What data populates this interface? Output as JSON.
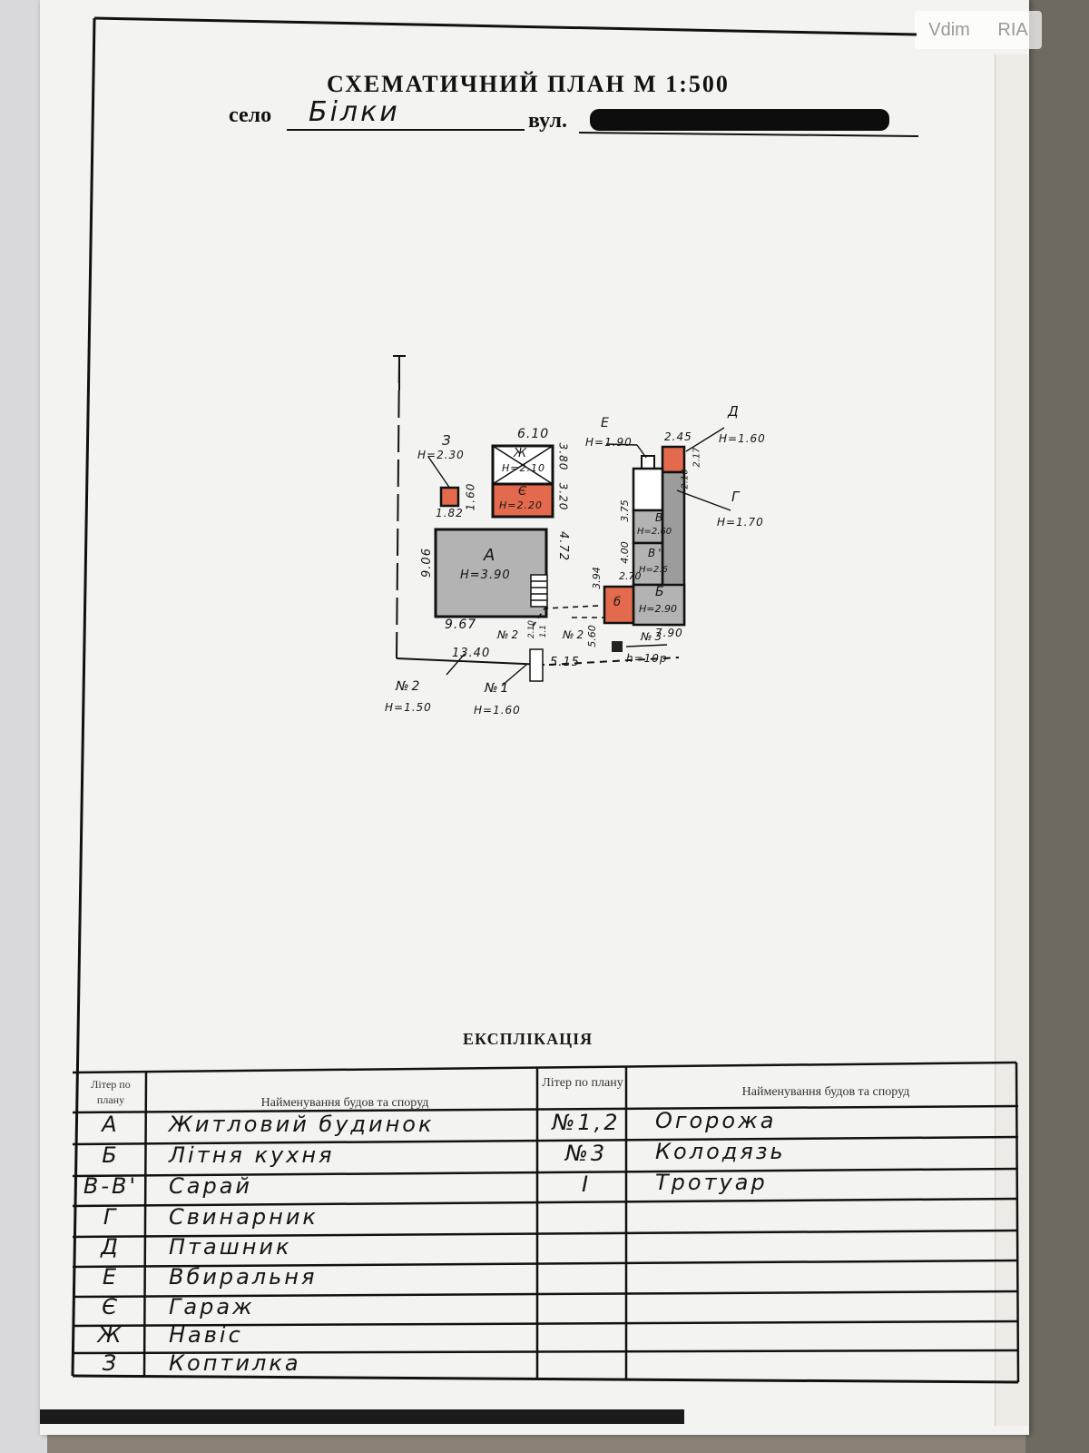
{
  "header": {
    "title": "СХЕМАТИЧНИЙ ПЛАН М 1:500",
    "village_label": "село",
    "village_value": "Білки",
    "street_label": "вул."
  },
  "watermark": {
    "left": "Vdim",
    "right": "RIA"
  },
  "plan": {
    "buildings": {
      "A": {
        "letter": "А",
        "height": "Н=3.90",
        "w": "9.67",
        "d": "9.06",
        "d2": "4.72"
      },
      "B": {
        "letter": "Б",
        "height": "Н=2.90",
        "w": "7.90"
      },
      "V": {
        "letter": "В",
        "height": "Н=2.60",
        "alt": "В'",
        "alt_h": "Н=2.6"
      },
      "G": {
        "letter": "Г",
        "height": "Н=1.70"
      },
      "D": {
        "letter": "Д",
        "height": "Н=1.60",
        "w": "2.45"
      },
      "E": {
        "letter": "Е",
        "height": "Н=1.90"
      },
      "Ye": {
        "letter": "Є",
        "height": "Н=2.20",
        "d": "3.20"
      },
      "Zh": {
        "letter": "Ж",
        "height": "Н=2.10",
        "w": "6.10",
        "d": "3.80"
      },
      "Z": {
        "letter": "З",
        "height": "Н=2.30",
        "w": "1.82",
        "d": "1.60"
      },
      "b": {
        "letter": "б"
      }
    },
    "dims": {
      "front_left": "13.40",
      "front_right": "5.15",
      "v1": "3.75",
      "v2": "4.00",
      "v3": "2.70",
      "v4": "3.94",
      "g1": "2.10",
      "g2": "2.17",
      "n2a": "5.60",
      "n2b": "2.10",
      "n2c": "1.1"
    },
    "fences": {
      "n2_left": "№2",
      "n2_left_h": "Н=1.50",
      "n1": "№1",
      "n1_h": "Н=1.60",
      "n2_mid": "№2",
      "n2_right": "№2",
      "n3": "№3",
      "n3_h": "h=10р"
    }
  },
  "explication": {
    "title": "ЕКСПЛІКАЦІЯ",
    "head_letter": "Літер по плану",
    "head_name": "Найменування будов та споруд",
    "head_letter2": "Літер по плану",
    "head_name2": "Найменування будов та споруд",
    "rows_left": [
      {
        "letter": "А",
        "name": "Житловий будинок"
      },
      {
        "letter": "Б",
        "name": "Літня кухня"
      },
      {
        "letter": "В-В'",
        "name": "Сарай"
      },
      {
        "letter": "Г",
        "name": "Свинарник"
      },
      {
        "letter": "Д",
        "name": "Пташник"
      },
      {
        "letter": "Е",
        "name": "Вбиральня"
      },
      {
        "letter": "Є",
        "name": "Гараж"
      },
      {
        "letter": "Ж",
        "name": "Навіс"
      },
      {
        "letter": "З",
        "name": "Коптилка"
      }
    ],
    "rows_right": [
      {
        "letter": "№1,2",
        "name": "Огорожа"
      },
      {
        "letter": "№3",
        "name": "Колодязь"
      },
      {
        "letter": "І",
        "name": "Тротуар"
      }
    ]
  }
}
